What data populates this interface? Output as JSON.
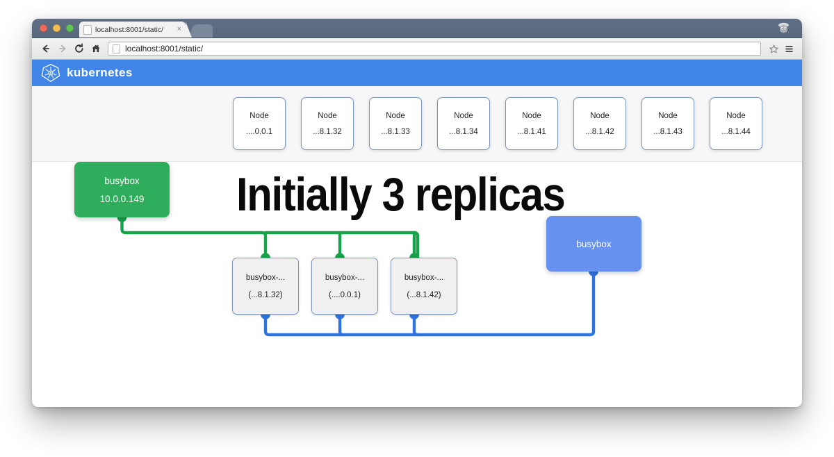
{
  "browser": {
    "tab": {
      "title": "localhost:8001/static/",
      "close_label": "×",
      "favicon": "page-icon"
    },
    "toolbar": {
      "back_icon": "back-arrow-icon",
      "forward_icon": "forward-arrow-icon",
      "reload_icon": "reload-icon",
      "home_icon": "home-icon",
      "url": "localhost:8001/static/",
      "star_icon": "star-icon",
      "menu_icon": "hamburger-menu-icon"
    },
    "window_controls": {
      "close": "close-button",
      "minimize": "minimize-button",
      "zoom": "zoom-button"
    },
    "incognito_icon": "incognito-icon"
  },
  "app": {
    "header": {
      "logo": "kubernetes-logo",
      "title": "kubernetes",
      "background": "#4285e8"
    },
    "nodes": [
      {
        "label": "Node",
        "ip": "....0.0.1"
      },
      {
        "label": "Node",
        "ip": "...8.1.32"
      },
      {
        "label": "Node",
        "ip": "...8.1.33"
      },
      {
        "label": "Node",
        "ip": "...8.1.34"
      },
      {
        "label": "Node",
        "ip": "...8.1.41"
      },
      {
        "label": "Node",
        "ip": "...8.1.42"
      },
      {
        "label": "Node",
        "ip": "...8.1.43"
      },
      {
        "label": "Node",
        "ip": "...8.1.44"
      }
    ],
    "annotation": "Initially 3 replicas",
    "services": {
      "green": {
        "name": "busybox",
        "ip": "10.0.0.149",
        "color": "#2eae5c"
      },
      "blue": {
        "name": "busybox",
        "ip": "",
        "color": "#6691ee"
      }
    },
    "pods": [
      {
        "name": "busybox-...",
        "ip": "(...8.1.32)"
      },
      {
        "name": "busybox-...",
        "ip": "(....0.0.1)"
      },
      {
        "name": "busybox-...",
        "ip": "(...8.1.42)"
      }
    ],
    "edge_colors": {
      "green": "#16a34a",
      "blue": "#2f73e0"
    }
  }
}
